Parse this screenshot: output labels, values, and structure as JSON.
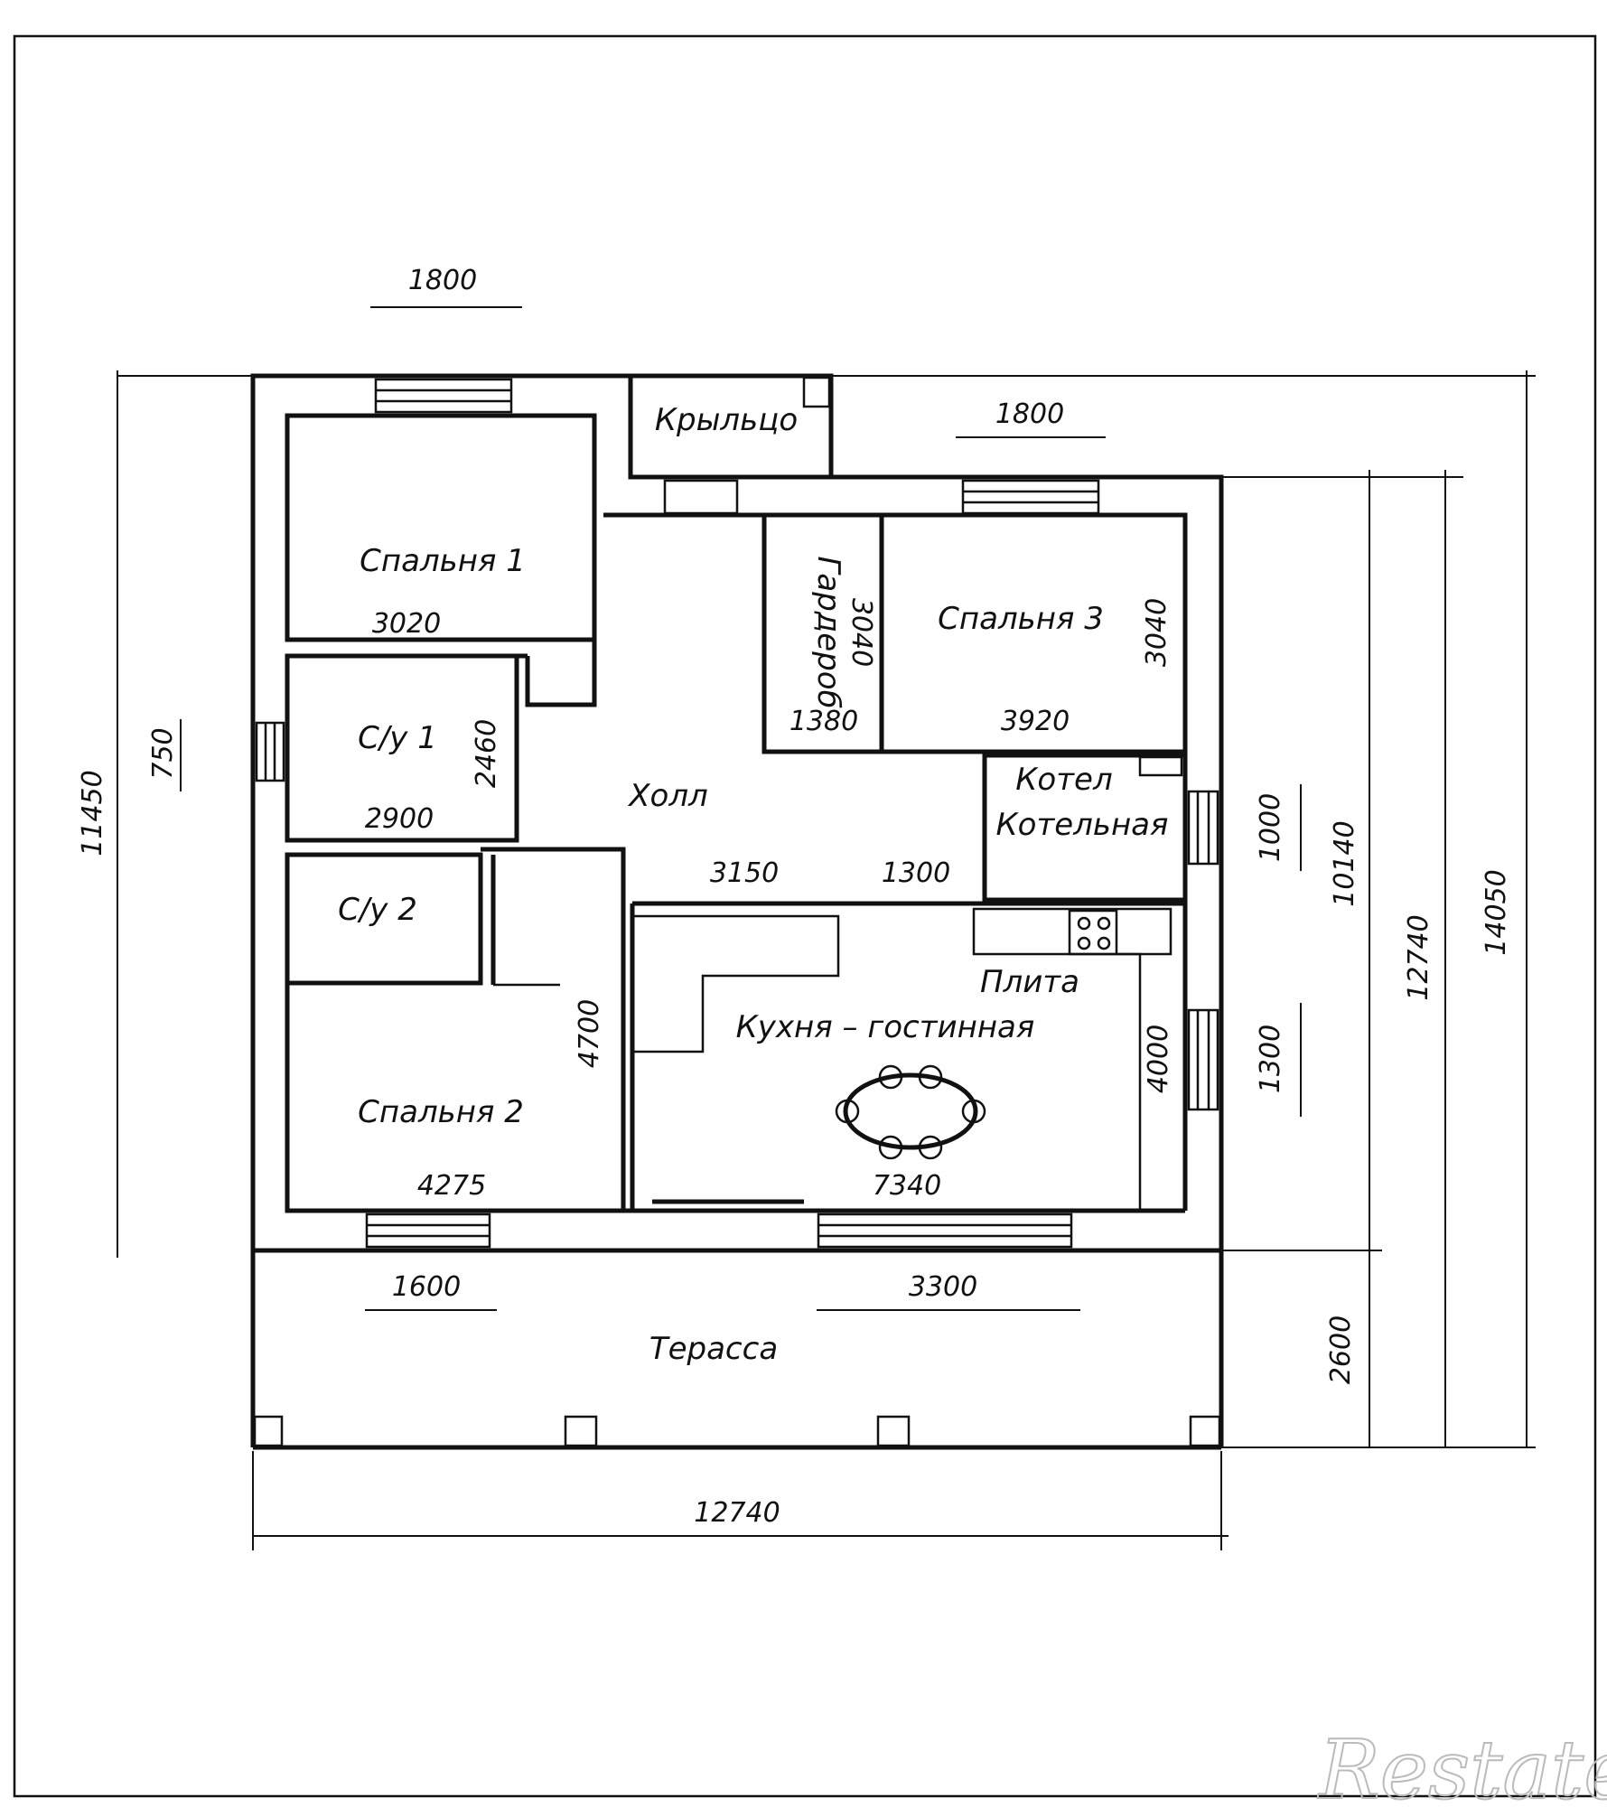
{
  "rooms": {
    "bedroom1": "Спальня 1",
    "porch": "Крыльцо",
    "wardrobe": "Гардероб",
    "bedroom3": "Спальня 3",
    "bath1": "С/у 1",
    "hall": "Холл",
    "boiler": "Котел",
    "boiler_room": "Котельная",
    "bath2": "С/у 2",
    "stove": "Плита",
    "kitchen": "Кухня – гостинная",
    "bedroom2": "Спальня 2",
    "terrace": "Терасса"
  },
  "dimensions": {
    "win_bed1": "1800",
    "win_bed3": "1800",
    "bed1_width": "3020",
    "wardrobe_height": "3040",
    "bed3_height": "3040",
    "wardrobe_width": "1380",
    "bed3_width": "3920",
    "win_bath1": "750",
    "bath1_height": "2460",
    "bath1_width": "2900",
    "hall_width": "3150",
    "boiler_width": "1300",
    "win_boiler": "1000",
    "bed2_height": "4700",
    "kitchen_height": "4000",
    "win_kitchen_side": "1300",
    "bed2_width": "4275",
    "kitchen_width": "7340",
    "win_bed2": "1600",
    "win_kitchen": "3300",
    "terrace_depth": "2600",
    "left_total": "11450",
    "right_inner": "10140",
    "right_mid": "12740",
    "right_total": "14050",
    "bottom_total": "12740"
  },
  "watermark": "Restate",
  "colors": {
    "line": "#111111",
    "background": "#ffffff"
  }
}
